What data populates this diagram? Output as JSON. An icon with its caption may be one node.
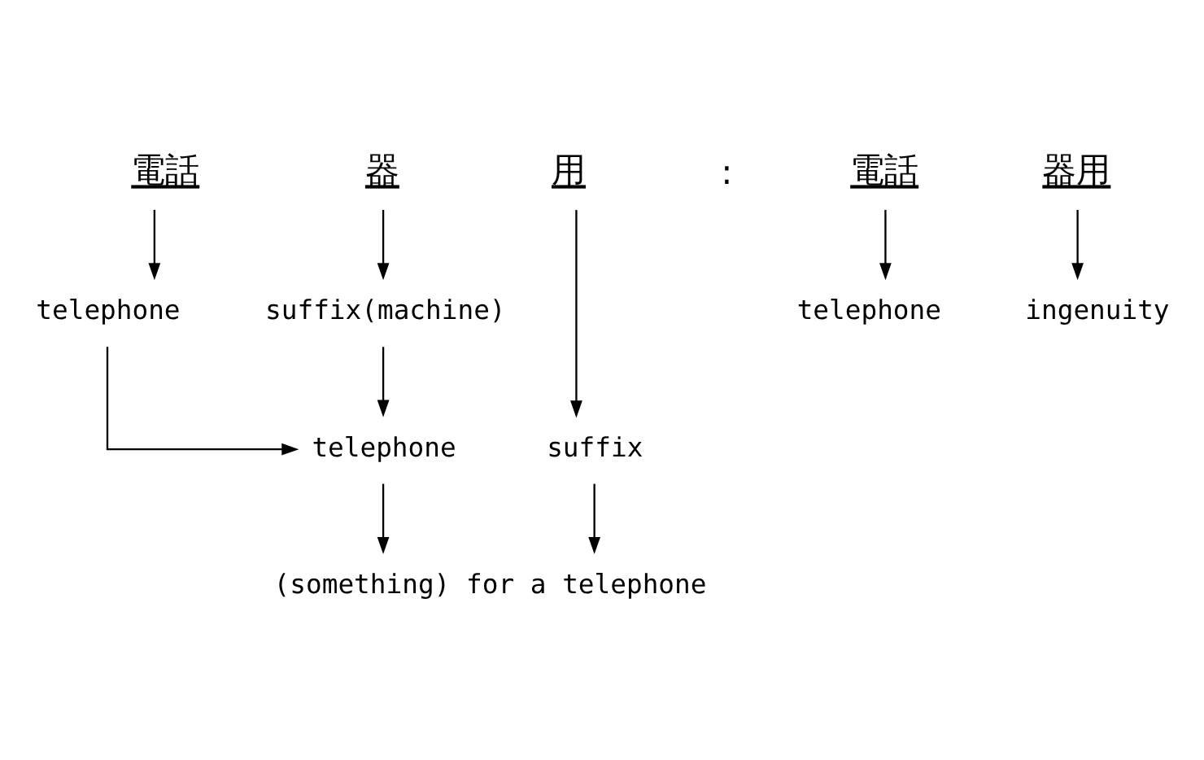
{
  "diagram": {
    "nodes": [
      {
        "text": [
          "電話"
        ]
      },
      {
        "text": [
          "器"
        ]
      },
      {
        "text": [
          "用"
        ]
      },
      {
        "text": [
          "telephone"
        ]
      },
      {
        "text": [
          "suffix(machine)"
        ]
      },
      {
        "text": [
          "suffix"
        ]
      },
      {
        "text": [
          "telephone"
        ]
      },
      {
        "text": [
          "(something) for a telephone"
        ]
      },
      {
        "text": [
          "電話"
        ]
      },
      {
        "text": [
          "器用"
        ]
      },
      {
        "text": [
          "telephone"
        ]
      },
      {
        "text": [
          "ingenuity"
        ]
      }
    ],
    "edges": [
      {
        "from": 0,
        "to": 3,
        "arrow": "to"
      },
      {
        "from": 1,
        "to": 4,
        "arrow": "to"
      },
      {
        "from": 2,
        "to": 5,
        "arrow": "to"
      },
      {
        "from": 3,
        "to": 6,
        "arrow": "to"
      },
      {
        "from": 4,
        "to": 6,
        "arrow": "to"
      },
      {
        "from": 6,
        "to": 7,
        "arrow": "to"
      },
      {
        "from": 5,
        "to": 7,
        "arrow": "to"
      },
      {
        "from": 8,
        "to": 10,
        "arrow": "to"
      },
      {
        "from": 9,
        "to": 11,
        "arrow": "to"
      }
    ],
    "labels": [
      ":"
    ]
  }
}
